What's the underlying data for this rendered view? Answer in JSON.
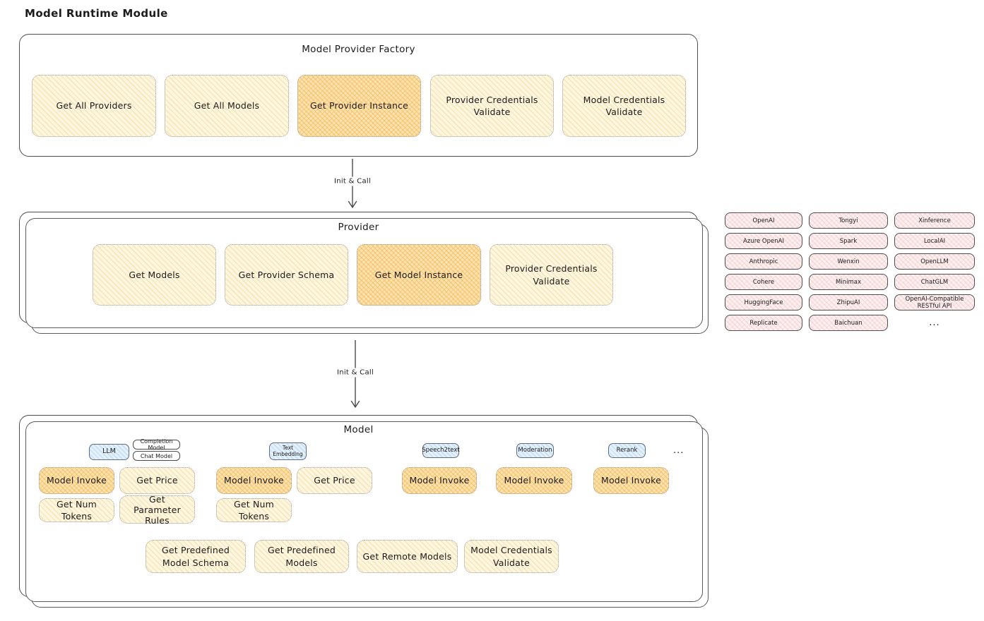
{
  "title": "Model Runtime Module",
  "colors": {
    "box_yellow": "#fdf7e2",
    "box_yellow_highlight": "#fbe3b2",
    "box_pink": "#fdf0f0",
    "tag_blue": "#e4f0fb",
    "border_dark": "#494e54"
  },
  "factory": {
    "title": "Model Provider Factory",
    "boxes": [
      "Get All Providers",
      "Get All Models",
      "Get Provider Instance",
      "Provider Credentials Validate",
      "Model Credentials Validate"
    ]
  },
  "arrow1_label": "Init & Call",
  "arrow2_label": "Init & Call",
  "provider": {
    "title": "Provider",
    "boxes": [
      "Get Models",
      "Get Provider Schema",
      "Get Model Instance",
      "Provider Credentials Validate"
    ]
  },
  "providers_grid": {
    "items": [
      "OpenAI",
      "Tongyi",
      "Xinference",
      "Azure OpenAI",
      "Spark",
      "LocalAI",
      "Anthropic",
      "Wenxin",
      "OpenLLM",
      "Cohere",
      "Minimax",
      "ChatGLM",
      "HuggingFace",
      "ZhipuAI",
      "OpenAI-Compatible RESTful API",
      "Replicate",
      "Baichuan"
    ],
    "more": "..."
  },
  "model": {
    "title": "Model",
    "tags": {
      "llm": "LLM",
      "completion": "Completion Model",
      "chat": "Chat Model",
      "text_embedding": "Text Embedding",
      "speech2text": "Speech2text",
      "moderation": "Moderation",
      "rerank": "Rerank",
      "more": "..."
    },
    "llm": {
      "invoke": "Model Invoke",
      "price": "Get Price",
      "tokens": "Get Num Tokens",
      "rules": "Get Parameter Rules"
    },
    "text_embedding": {
      "invoke": "Model Invoke",
      "price": "Get Price",
      "tokens": "Get Num Tokens"
    },
    "speech2text": {
      "invoke": "Model Invoke"
    },
    "moderation": {
      "invoke": "Model Invoke"
    },
    "rerank": {
      "invoke": "Model Invoke"
    },
    "common": [
      "Get Predefined Model Schema",
      "Get Predefined Models",
      "Get Remote Models",
      "Model Credentials Validate"
    ]
  }
}
